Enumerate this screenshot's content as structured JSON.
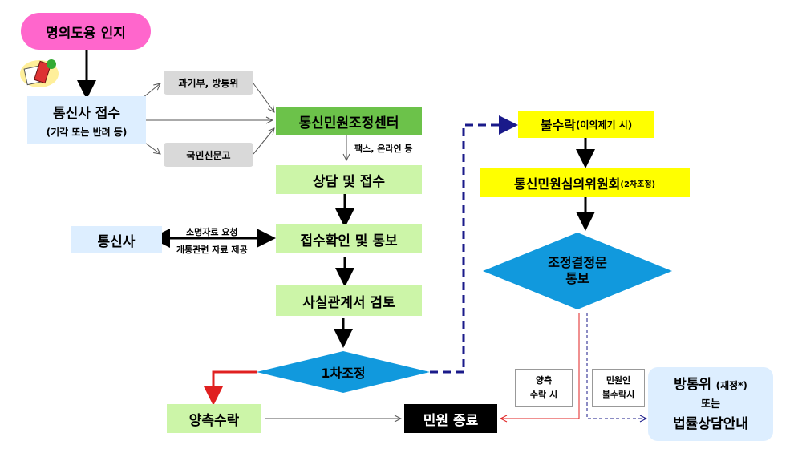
{
  "nodes": {
    "start": "명의도용 인지",
    "telecom_receipt_title": "통신사 접수",
    "telecom_receipt_sub": "(기각 또는 반려 등)",
    "msit_kcc": "과기부, 방통위",
    "citizen_petition": "국민신문고",
    "center": "통신민원조정센터",
    "consult": "상담 및 접수",
    "confirm_notify": "접수확인 및 통보",
    "telecom": "통신사",
    "fact_review": "사실관계서 검토",
    "first_mediation": "1차조정",
    "both_accept": "양측수락",
    "case_closed": "민원 종료",
    "reject_title": "불수락",
    "reject_sub": "(이의제기 시)",
    "committee_title": "통신민원심의위원회",
    "committee_sub": "(2차조정)",
    "decision_line1": "조정결정문",
    "decision_line2": "통보",
    "final_title": "방통위",
    "final_title_sub": "(재정*)",
    "final_or": "또는",
    "final_legal": "법률상담안내"
  },
  "edge_labels": {
    "fax_online": "팩스, 온라인 등",
    "req_material": "소명자료 요청",
    "provide_material": "개통관련 자료 제공",
    "both_accept_1": "양측",
    "both_accept_2": "수락 시",
    "petitioner_reject_1": "민원인",
    "petitioner_reject_2": "불수락시"
  },
  "colors": {
    "start": "#ff66cc",
    "green_light": "#ccf5a8",
    "green_dark": "#6cc24a",
    "yellow": "#ffff00",
    "diamond": "#1199dd",
    "closed": "#000000",
    "reject_arrow": "#000080",
    "accept_arrow": "#e02020"
  }
}
